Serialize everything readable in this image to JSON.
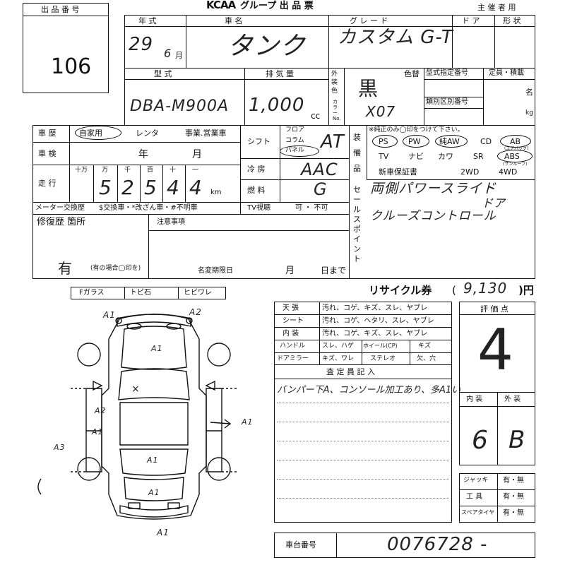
{
  "lot": {
    "label": "出 品 番 号",
    "number": "106"
  },
  "header": {
    "brand": "KCAA",
    "title_rest": "グループ 出 品 票",
    "organizer": "主 催 者 用"
  },
  "row1": {
    "year_label": "年     式",
    "name_label": "車          名",
    "grade_label": "グ  レ  ー  ド",
    "door_label": "ド ア",
    "shape_label": "形 状",
    "year_value": "29",
    "month_value": "6",
    "month_unit": "月",
    "car_name": "タンク",
    "grade_value": "カスタム G-T"
  },
  "row2": {
    "model_label": "型          式",
    "displacement_label": "排   気   量",
    "exterior_label": "外装色",
    "color_label": "カラー No.",
    "color_change": "色替",
    "model_spec_label": "型式指定番号",
    "category_label": "類別区別番号",
    "capacity_label": "定員・積載",
    "persons_unit": "名",
    "kg_unit": "kg",
    "model_value": "DBA-M900A",
    "displacement_value": "1,000",
    "cc_unit": "cc",
    "color_value": "黒",
    "color_no": "X07"
  },
  "history": {
    "label": "車 歴",
    "options": [
      "自家用",
      "レンタ",
      "事業.営業車"
    ],
    "selected": "自家用",
    "inspection_label": "車 検",
    "year_unit": "年",
    "month_unit": "月",
    "mileage_label": "走 行",
    "digit_units": [
      "十万",
      "万",
      "千",
      "百",
      "十",
      "一"
    ],
    "mileage_digits": [
      "",
      "5",
      "2",
      "5",
      "4",
      "4"
    ],
    "km_unit": "km"
  },
  "shift": {
    "label": "シフト",
    "options": [
      "フロア",
      "コラム",
      "パネル"
    ],
    "selected": "パネル",
    "value": "AT",
    "ac_label": "冷 房",
    "ac_value": "AAC",
    "fuel_label": "燃 料",
    "fuel_value": "G"
  },
  "equipment": {
    "label": "装備品",
    "note": "※純正のみ◯印をつけて下さい。",
    "row1": [
      "PS",
      "PW",
      "純AW",
      "CD",
      "AB"
    ],
    "ab_note": "(エアバッグ)",
    "row2": [
      "TV",
      "ナビ",
      "カワ",
      "SR",
      "ABS"
    ],
    "sr_note": "(サンルーフ)",
    "row3": [
      "新車保証書",
      "2WD",
      "4WD"
    ]
  },
  "selling_points": {
    "label": "セールスポイント",
    "lines": [
      "両側パワースライド",
      "ドア",
      "クルーズコントロール"
    ]
  },
  "meter": {
    "label": "メーター交換歴",
    "options": "$交換車・*改ざん車・#不明車",
    "tv_label": "TV視聴",
    "tv_options": "可 ・ 不可"
  },
  "repair": {
    "label": "修復歴  箇所",
    "notice_label": "注意事項",
    "value": "有",
    "note": "(有の場合◯印を)",
    "deadline_label": "名変期限日",
    "month_unit": "月",
    "day_unit": "日まで"
  },
  "glass": {
    "labels": [
      "Fガラス",
      "トビ石",
      "ヒビワレ"
    ]
  },
  "recycle": {
    "label": "リサイクル券",
    "value": "9,130",
    "unit": ")円"
  },
  "condition": {
    "rows": [
      {
        "label": "天  張",
        "options": "汚れ、コゲ、キズ、スレ、ヤブレ"
      },
      {
        "label": "シート",
        "options": "汚れ、コゲ、ヘタリ、スレ、ヤブレ"
      },
      {
        "label": "内  装",
        "options": "汚れ、コゲ、キズ、スレ、ヤブレ"
      },
      {
        "label": "ハンドル",
        "options": "スレ、ハゲ"
      },
      {
        "label": "ドアミラー",
        "options": "キズ、ワレ"
      }
    ],
    "wheel_label": "ホイール(CP)",
    "wheel_value": "キズ",
    "stereo_label": "ステレオ",
    "stereo_value": "欠、穴"
  },
  "inspector": {
    "label": "査 定 員 記 入",
    "note": "バンパー下A、コンソール加工あり、多A1い"
  },
  "score": {
    "label": "評 価 点",
    "value": "4",
    "interior_label": "内 装",
    "exterior_label": "外 装",
    "interior_value": "6",
    "exterior_value": "B"
  },
  "tools": {
    "rows": [
      {
        "label": "ジャッキ",
        "value": "有・無"
      },
      {
        "label": "工  具",
        "value": "有・無"
      },
      {
        "label": "スペアタイヤ",
        "value": "有・無"
      }
    ]
  },
  "chassis": {
    "label": "車台番号",
    "value": "0076728 -"
  },
  "damage_marks": {
    "a1_1": "A1",
    "a1_2": "A1",
    "a1_3": "A1",
    "a1_4": "A1",
    "a1_5": "A1",
    "a1_6": "A1",
    "a1_7": "A1",
    "a2_1": "A2",
    "a2_2": "A2",
    "a3_1": "A3",
    "x_mark": "×"
  }
}
